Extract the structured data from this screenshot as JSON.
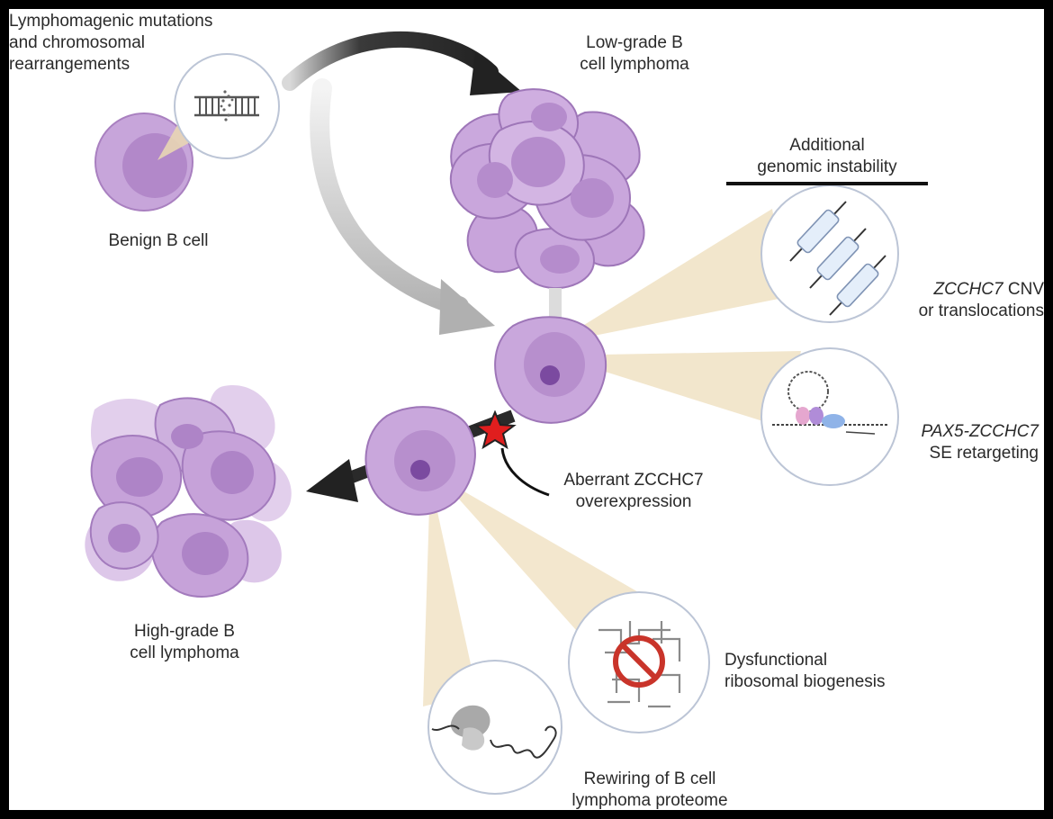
{
  "labels": {
    "mutations_line1": "Lymphomagenic mutations",
    "mutations_line2": "and chromosomal",
    "mutations_line3": "rearrangements",
    "benign": "Benign B cell",
    "lowgrade_line1": "Low-grade B",
    "lowgrade_line2": "cell lymphoma",
    "additional_line1": "Additional",
    "additional_line2": "genomic instability",
    "cnv_gene": "ZCCHC7",
    "cnv_rest": " CNV",
    "cnv_line2": "or translocations",
    "pax5_gene": "PAX5-ZCCHC7",
    "pax5_line2": "SE retargeting",
    "aberrant_line1": "Aberrant ZCCHC7",
    "aberrant_line2": "overexpression",
    "highgrade_line1": "High-grade B",
    "highgrade_line2": "cell lymphoma",
    "ribo_line1": "Dysfunctional",
    "ribo_line2": "ribosomal biogenesis",
    "rewire_line1": "Rewiring of B cell",
    "rewire_line2": "lymphoma proteome"
  },
  "colors": {
    "cell_light": "#d6b8e4",
    "cell_mid": "#c39bd6",
    "cell_nucleus": "#ad82c6",
    "cell_edge": "#9a70b4",
    "nucleolus": "#6f3c97",
    "beam": "#f1e3c6",
    "arrow_dark": "#2b2b2b",
    "arrow_gray": "#bdbdbd",
    "star": "#e01e1e",
    "no_sign": "#c9342a"
  },
  "icons": {
    "dna": "dna-ladder-icon",
    "translocation": "chromosome-segments-icon",
    "enhancer": "dna-loop-icon",
    "ribosome": "ribosome-prohibited-icon",
    "proteome": "protein-chain-icon"
  }
}
